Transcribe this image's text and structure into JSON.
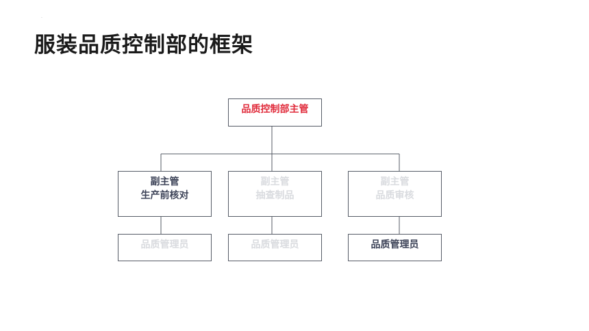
{
  "page": {
    "corner_mark": ".",
    "title": "服装品质控制部的框架"
  },
  "org_chart": {
    "root": {
      "label": "品质控制部主管",
      "color": "#e02a3a"
    },
    "deputies": [
      {
        "line1": "副主管",
        "line2": "生产前核对",
        "state": "active",
        "color": "#3c4257",
        "child": {
          "label": "品质管理员",
          "state": "faded"
        }
      },
      {
        "line1": "副主管",
        "line2": "抽查制品",
        "state": "faded",
        "color": "#d9dbdf",
        "child": {
          "label": "品质管理员",
          "state": "faded"
        }
      },
      {
        "line1": "副主管",
        "line2": "品质审核",
        "state": "faded",
        "color": "#d9dbdf",
        "child": {
          "label": "品质管理员",
          "state": "active"
        }
      }
    ]
  }
}
